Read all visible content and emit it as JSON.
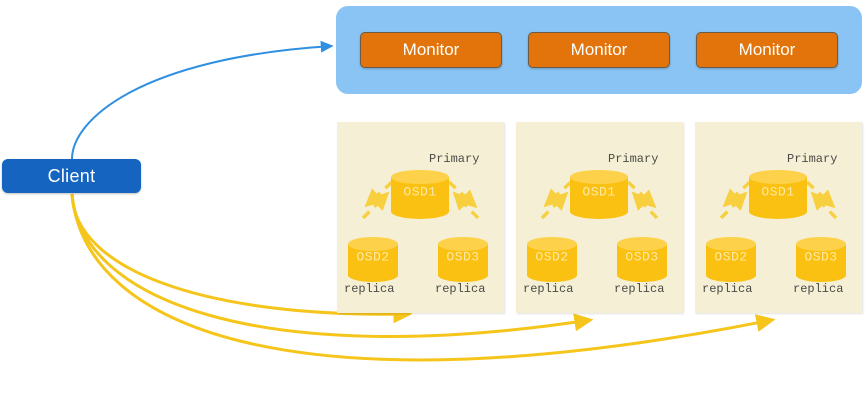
{
  "diagram": {
    "title": "Ceph client / monitor / OSD replication diagram",
    "colors": {
      "client_fill": "#1565c0",
      "monitor_panel_fill": "#89c4f4",
      "monitor_chip_fill": "#e2740b",
      "node_panel_fill": "#f5f0d5",
      "cylinder_fill": "#fbc112",
      "cylinder_top_fill": "#fdd24a",
      "blue_arrow": "#2f8fe0",
      "yellow_arrow": "#f5c51b",
      "dashed_arrow": "#f7cf3f",
      "tag_text": "#4a4a46",
      "cylinder_text": "#fde9a6"
    }
  },
  "client": {
    "label": "Client"
  },
  "monitor_panel": {
    "chips": [
      {
        "label": "Monitor"
      },
      {
        "label": "Monitor"
      },
      {
        "label": "Monitor"
      }
    ]
  },
  "node_panels": [
    {
      "id": "node-panel-1",
      "primary": {
        "name": "OSD1",
        "tag": "Primary"
      },
      "replica_left": {
        "name": "OSD2",
        "tag": "replica"
      },
      "replica_right": {
        "name": "OSD3",
        "tag": "replica"
      }
    },
    {
      "id": "node-panel-2",
      "primary": {
        "name": "OSD1",
        "tag": "Primary"
      },
      "replica_left": {
        "name": "OSD2",
        "tag": "replica"
      },
      "replica_right": {
        "name": "OSD3",
        "tag": "replica"
      }
    },
    {
      "id": "node-panel-3",
      "primary": {
        "name": "OSD1",
        "tag": "Primary"
      },
      "replica_left": {
        "name": "OSD2",
        "tag": "replica"
      },
      "replica_right": {
        "name": "OSD3",
        "tag": "replica"
      }
    }
  ],
  "connectors": {
    "client_to_monitor": {
      "kind": "curved-arrow",
      "color": "#2f8fe0"
    },
    "client_to_nodes": [
      {
        "kind": "curved-arrow",
        "color": "#f5c51b",
        "target": "node-panel-1"
      },
      {
        "kind": "curved-arrow",
        "color": "#f5c51b",
        "target": "node-panel-2"
      },
      {
        "kind": "curved-arrow",
        "color": "#f5c51b",
        "target": "node-panel-3"
      }
    ],
    "replication": [
      {
        "kind": "dashed-arrow",
        "from": "OSD2",
        "to": "OSD1"
      },
      {
        "kind": "dashed-arrow",
        "from": "OSD1",
        "to": "OSD2"
      },
      {
        "kind": "dashed-arrow",
        "from": "OSD3",
        "to": "OSD1"
      },
      {
        "kind": "dashed-arrow",
        "from": "OSD1",
        "to": "OSD3"
      }
    ]
  }
}
